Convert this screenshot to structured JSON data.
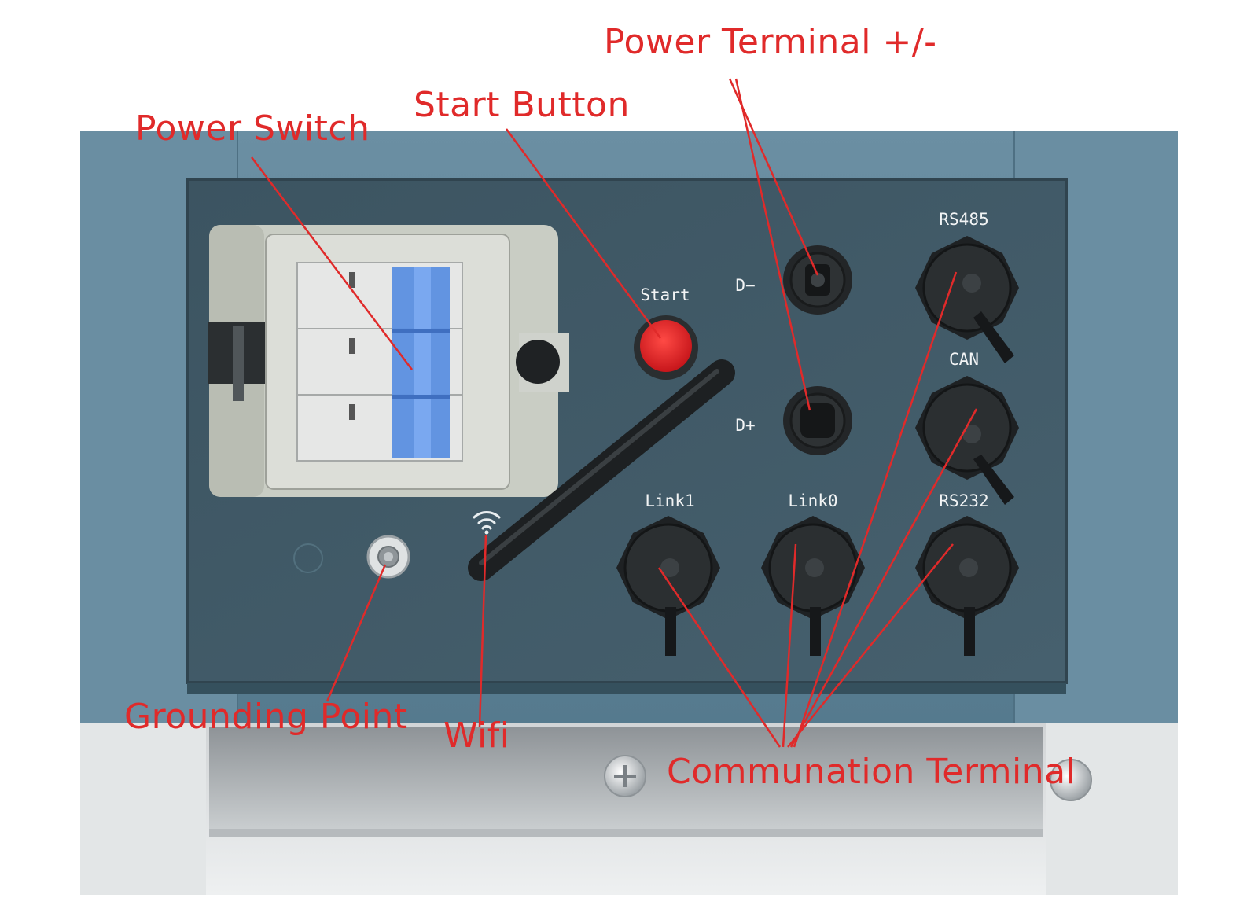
{
  "callouts": {
    "power_terminal": "Power Terminal +/-",
    "start_button": "Start Button",
    "power_switch": "Power Switch",
    "grounding_point": "Grounding Point",
    "wifi": "Wifi",
    "communication_terminal": "Communation Terminal"
  },
  "panel_labels": {
    "start": "Start",
    "d_minus": "D−",
    "d_plus": "D+",
    "rs485": "RS485",
    "can": "CAN",
    "link1": "Link1",
    "link0": "Link0",
    "rs232": "RS232"
  },
  "colors": {
    "annotation_red": "#e02a2a",
    "housing_blue": "#5b7f93",
    "panel_dark": "#3f5866",
    "breaker_blue": "#5b8fe0",
    "start_red": "#e8262b"
  },
  "icons": {
    "wifi": "wifi-icon",
    "start": "red-push-button",
    "terminals": "round-connector-icon"
  }
}
